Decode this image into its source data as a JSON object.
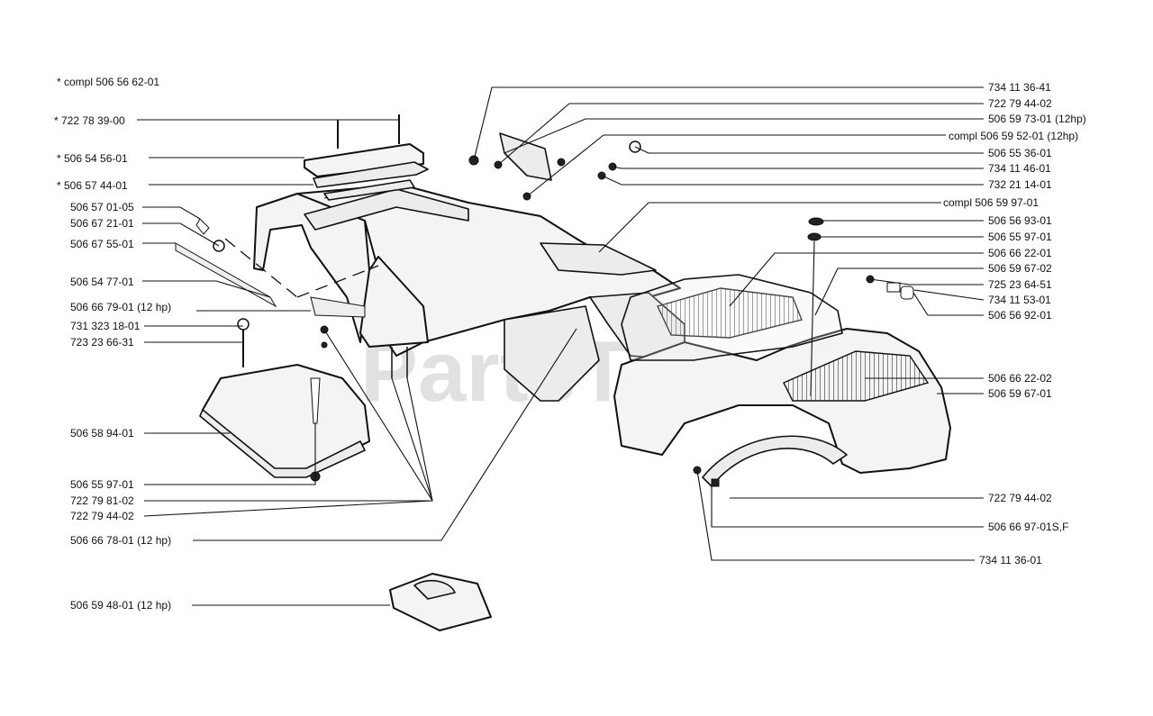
{
  "watermark": "PartsTree",
  "labels_left": [
    {
      "text": "*  compl 506 56 62-01"
    },
    {
      "text": "*  722 78 39-00"
    },
    {
      "text": "*  506 54 56-01"
    },
    {
      "text": "*  506 57 44-01"
    },
    {
      "text": "506 57 01-05"
    },
    {
      "text": "506 67 21-01"
    },
    {
      "text": "506 67 55-01"
    },
    {
      "text": "506 54 77-01"
    },
    {
      "text": "506 66 79-01 (12 hp)"
    },
    {
      "text": "731 323 18-01"
    },
    {
      "text": "723 23 66-31"
    },
    {
      "text": "506 58 94-01"
    },
    {
      "text": "506 55 97-01"
    },
    {
      "text": "722 79 81-02"
    },
    {
      "text": "722 79 44-02"
    },
    {
      "text": "506 66 78-01 (12 hp)"
    },
    {
      "text": "506 59 48-01 (12 hp)"
    }
  ],
  "labels_right": [
    {
      "text": "734 11 36-41"
    },
    {
      "text": "722 79 44-02"
    },
    {
      "text": "506 59 73-01 (12hp)"
    },
    {
      "text": "compl 506 59 52-01 (12hp)"
    },
    {
      "text": "506 55 36-01"
    },
    {
      "text": "734 11 46-01"
    },
    {
      "text": "732 21 14-01"
    },
    {
      "text": "compl 506 59 97-01"
    },
    {
      "text": "506 56 93-01"
    },
    {
      "text": "506 55 97-01"
    },
    {
      "text": "506 66 22-01"
    },
    {
      "text": "506 59 67-02"
    },
    {
      "text": "725 23 64-51"
    },
    {
      "text": "734 11 53-01"
    },
    {
      "text": "506 56 92-01"
    },
    {
      "text": "506 66 22-02"
    },
    {
      "text": "506 59 67-01"
    },
    {
      "text": "722 79 44-02"
    },
    {
      "text": "506 66 97-01S,F"
    },
    {
      "text": "734 11 36-01"
    }
  ]
}
